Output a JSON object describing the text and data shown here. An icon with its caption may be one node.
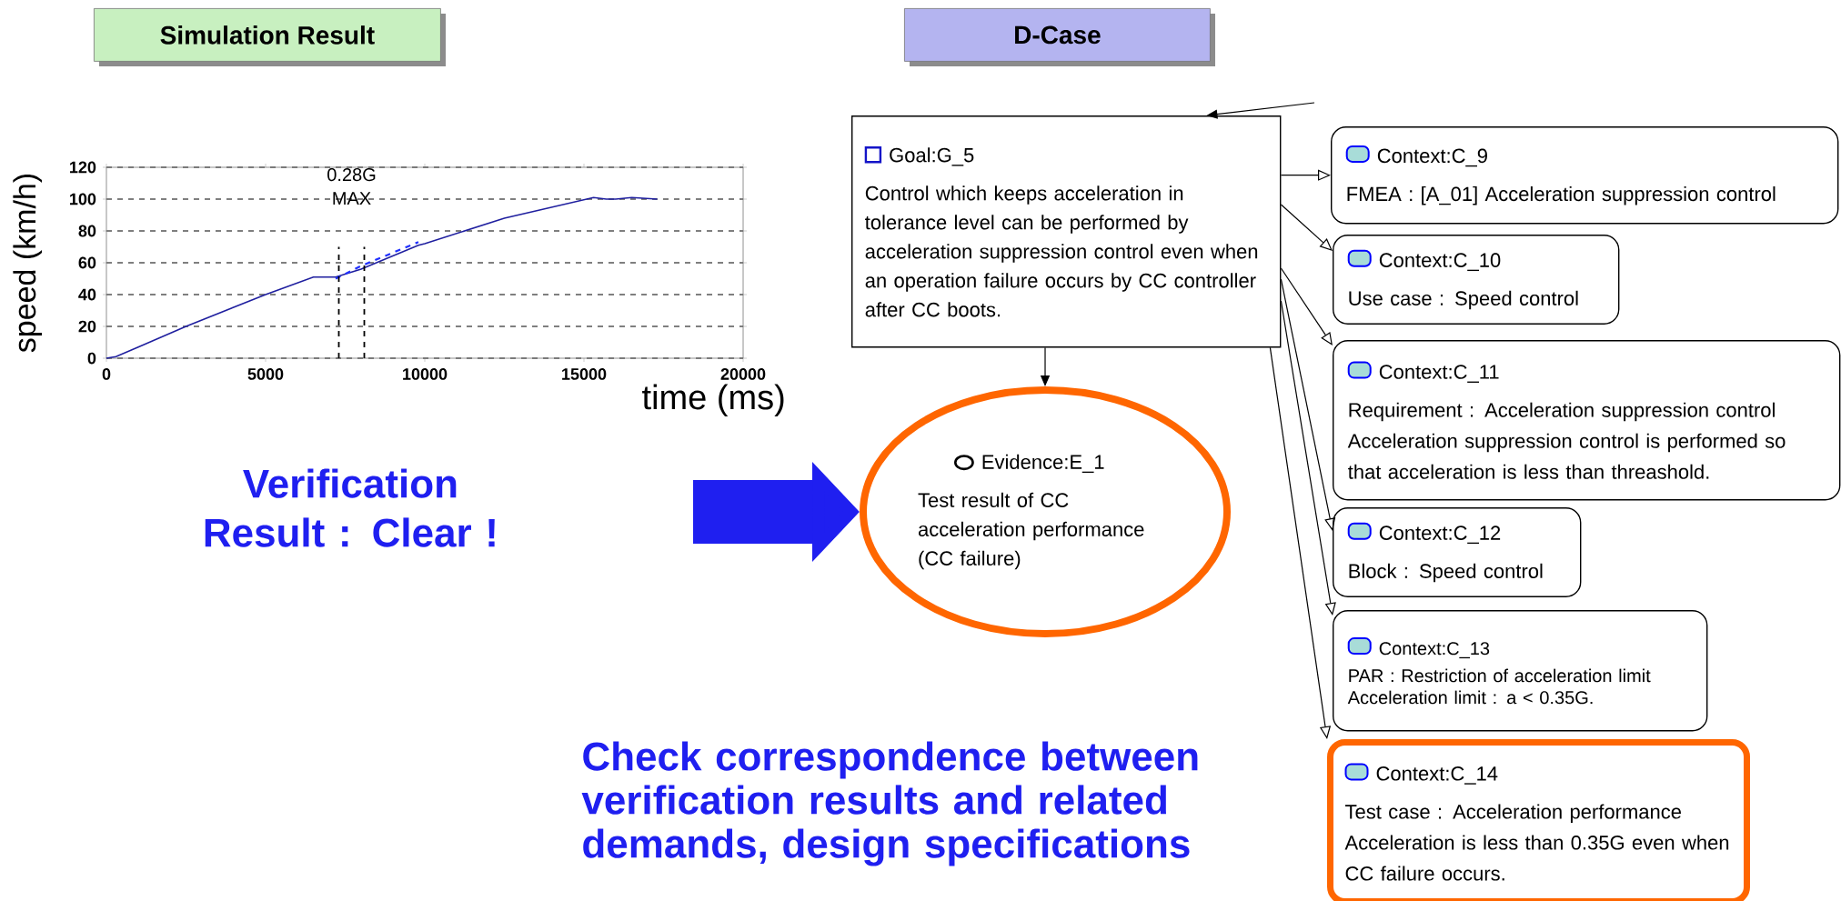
{
  "diagram": {
    "nodes": [
      {
        "text": [
          "Simulation Result"
        ]
      },
      {
        "text": [
          "D-Case"
        ]
      },
      {
        "text": [
          "Goal:G_5",
          "Control which keeps acceleration in tolerance level can be performed by acceleration suppression control even when an operation failure occurs by CC controller after CC boots."
        ]
      },
      {
        "text": [
          "Evidence:E_1",
          "Test result of CC acceleration performance (CC failure)"
        ]
      },
      {
        "text": [
          "Context:C_9",
          "FMEA : [A_01] Acceleration suppression control"
        ]
      },
      {
        "text": [
          "Context:C_10",
          "Use case : Speed control"
        ]
      },
      {
        "text": [
          "Context:C_11",
          "Requirement : Acceleration suppression control",
          "Acceleration suppression control is performed so that acceleration is less than threashold."
        ]
      },
      {
        "text": [
          "Context:C_12",
          "Block : Speed control"
        ]
      },
      {
        "text": [
          "Context:C_13",
          "PAR : Restriction of acceleration limit",
          "Acceleration limit : a < 0.35G."
        ]
      },
      {
        "text": [
          "Context:C_14",
          "Test case : Acceleration performance",
          "Acceleration is less than 0.35G even when CC failure occurs."
        ]
      }
    ],
    "edges": [
      {
        "from": null,
        "to": 2,
        "arrow": "to"
      },
      {
        "from": null,
        "to": 3,
        "arrow": "to",
        "style": "thick",
        "color": "#1f1ff0"
      },
      {
        "from": 2,
        "to": 3,
        "arrow": "to"
      },
      {
        "from": 2,
        "to": 4,
        "arrow": "to"
      },
      {
        "from": 2,
        "to": 5,
        "arrow": "to"
      },
      {
        "from": 2,
        "to": 6,
        "arrow": "to"
      },
      {
        "from": 2,
        "to": 7,
        "arrow": "to"
      },
      {
        "from": 2,
        "to": 8,
        "arrow": "to"
      },
      {
        "from": 2,
        "to": 9,
        "arrow": "to"
      }
    ],
    "labels": [
      "Verification Result : Clear !",
      "Check correspondence between verification results and related demands, design specifications"
    ],
    "chart_data": {
      "type": "line",
      "xlabel": "time (ms)",
      "ylabel": "speed (km/h)",
      "x": [
        0,
        300,
        1000,
        2500,
        5000,
        6500,
        7200,
        8000,
        9800,
        10000,
        12500,
        15300,
        15700,
        16000,
        16500,
        17300
      ],
      "series": [
        {
          "color": "#1f1f9f",
          "values": [
            0,
            1,
            7,
            20,
            40,
            51,
            51,
            56,
            71,
            72,
            88,
            101,
            100,
            100,
            101,
            100
          ]
        },
        {
          "color": "#2030ff",
          "line_style": "dashed",
          "values": [
            null,
            null,
            null,
            null,
            null,
            null,
            50,
            58,
            73,
            null,
            null,
            null,
            null,
            null,
            null,
            null
          ]
        }
      ],
      "xlim": [
        0,
        20000
      ],
      "ylim": [
        0,
        120
      ],
      "xticks": [
        0,
        5000,
        10000,
        15000,
        20000
      ],
      "yticks": [
        0,
        20,
        40,
        60,
        80,
        100,
        120
      ],
      "grid": "y",
      "ref_lines": [
        {
          "axis": "x",
          "value": 7300
        },
        {
          "axis": "x",
          "value": 8100
        }
      ],
      "annotations": [
        "0.28G MAX"
      ]
    }
  }
}
